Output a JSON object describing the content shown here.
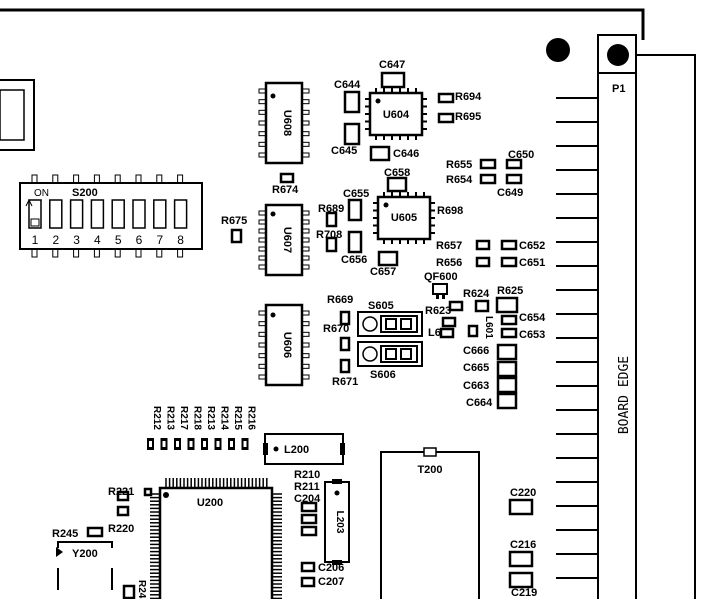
{
  "connector": {
    "ref": "P1",
    "edge_label": "BOARD EDGE"
  },
  "dip_switch": {
    "ref": "S200",
    "on_label": "ON",
    "positions": [
      "1",
      "2",
      "3",
      "4",
      "5",
      "6",
      "7",
      "8"
    ]
  },
  "ic_labels": {
    "u604": "U604",
    "u605": "U605",
    "u606": "U606",
    "u607": "U607",
    "u608": "U608",
    "u200": "U200",
    "l200": "L200",
    "l203": "L203",
    "t200": "T200",
    "y200": "Y200",
    "qf600": "QF600",
    "l600": "L600",
    "l601": "L601",
    "s605": "S605",
    "s606": "S606"
  },
  "component_labels": {
    "c647": "C647",
    "c644": "C644",
    "c645": "C645",
    "c646": "C646",
    "r694": "R694",
    "r695": "R695",
    "c650": "C650",
    "r655": "R655",
    "r654": "R654",
    "c649": "C649",
    "r674": "R674",
    "c658": "C658",
    "c655": "C655",
    "r689": "R689",
    "r698": "R698",
    "r675": "R675",
    "r708": "R708",
    "c656": "C656",
    "c657": "C657",
    "r657": "R657",
    "c652": "C652",
    "r656": "R656",
    "c651": "C651",
    "r624": "R624",
    "r625": "R625",
    "r623": "R623",
    "c654": "C654",
    "c653": "C653",
    "r669": "R669",
    "r670": "R670",
    "r671": "R671",
    "c666": "C666",
    "c665": "C665",
    "c663": "C663",
    "c664": "C664",
    "r210": "R210",
    "r211": "R211",
    "c204": "C204",
    "r221": "R221",
    "r220": "R220",
    "r245": "R245",
    "c220": "C220",
    "c216": "C216",
    "c219": "C219",
    "c206": "C206",
    "c207": "C207",
    "r24x": "R24"
  },
  "resistor_array": [
    "R212",
    "R213",
    "R217",
    "R218",
    "R213",
    "R214",
    "R215",
    "R216"
  ]
}
